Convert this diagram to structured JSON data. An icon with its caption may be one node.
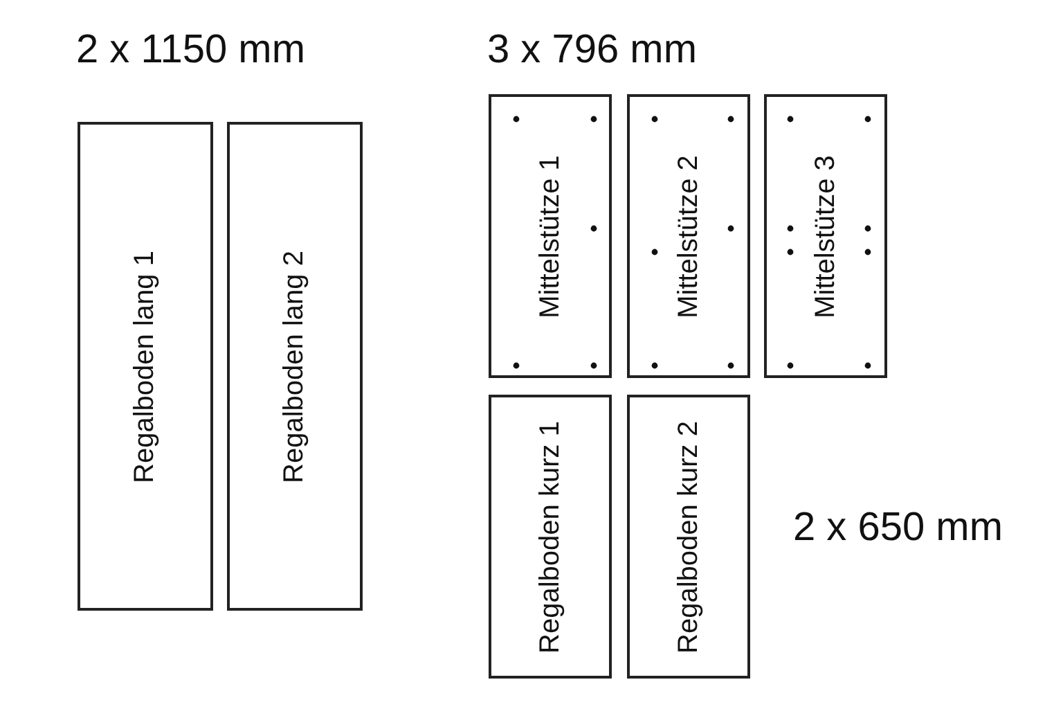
{
  "diagram": {
    "nodes": [
      {
        "text": [
          "Regalboden lang 1"
        ]
      },
      {
        "text": [
          "Regalboden lang 2"
        ]
      },
      {
        "text": [
          "Mittelstütze 1"
        ]
      },
      {
        "text": [
          "Mittelstütze 2"
        ]
      },
      {
        "text": [
          "Mittelstütze 3"
        ]
      },
      {
        "text": [
          "Regalboden kurz 1"
        ]
      },
      {
        "text": [
          "Regalboden kurz 2"
        ]
      }
    ],
    "edges": [],
    "labels": [
      "2 x 1150 mm",
      "3 x 796 mm",
      "2 x 650 mm"
    ]
  }
}
